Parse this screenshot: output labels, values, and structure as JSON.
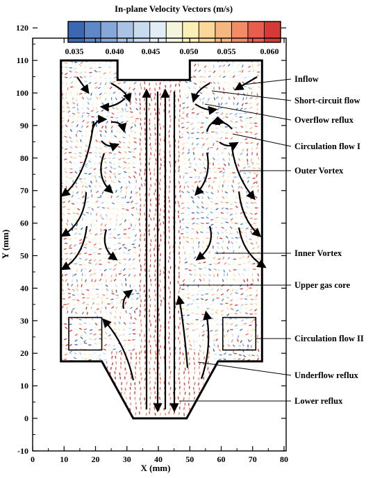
{
  "colorbar": {
    "title": "In-plane Velocity Vectors (m/s)",
    "ticks": [
      "0.035",
      "0.040",
      "0.045",
      "0.050",
      "0.055",
      "0.060"
    ],
    "colors": [
      "#3a68b3",
      "#5e88c7",
      "#86a8d8",
      "#aac3e4",
      "#c9dbef",
      "#e2ecf4",
      "#f3f5dc",
      "#fbefb8",
      "#fbd89a",
      "#f8b67f",
      "#f18c66",
      "#e75e4e",
      "#d63a36"
    ]
  },
  "axes": {
    "xlabel": "X (mm)",
    "ylabel": "Y (mm)",
    "xticks": [
      "0",
      "10",
      "20",
      "30",
      "40",
      "50",
      "60",
      "70",
      "80"
    ],
    "yticks": [
      "-10",
      "0",
      "10",
      "20",
      "30",
      "40",
      "50",
      "60",
      "70",
      "80",
      "90",
      "100",
      "110",
      "120"
    ]
  },
  "annotations": [
    {
      "text": "Inflow"
    },
    {
      "text": "Short-circuit flow"
    },
    {
      "text": "Overflow reflux"
    },
    {
      "text": "Circulation flow I"
    },
    {
      "text": "Outer Vortex"
    },
    {
      "text": "Inner Vortex"
    },
    {
      "text": "Upper gas core"
    },
    {
      "text": "Circulation flow II"
    },
    {
      "text": "Underflow reflux"
    },
    {
      "text": "Lower reflux"
    }
  ]
}
